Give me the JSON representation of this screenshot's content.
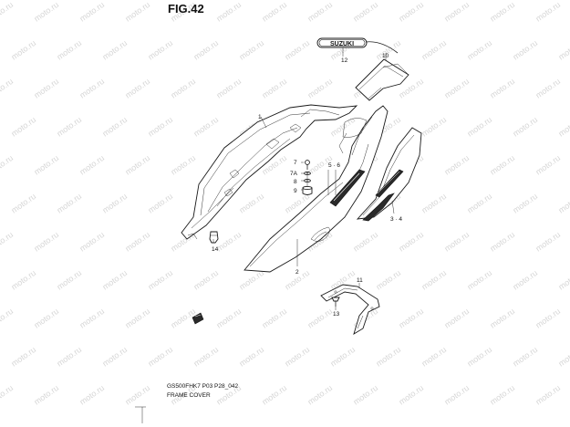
{
  "figure": {
    "title": "FIG.42",
    "code": "GS500FHK7 P03 P28_042",
    "caption": "FRAME COVER",
    "badge_text": "SUZUKI"
  },
  "callouts": [
    {
      "id": "c1",
      "label": "1"
    },
    {
      "id": "c2",
      "label": "2"
    },
    {
      "id": "c34",
      "label": "3 · 4"
    },
    {
      "id": "c56",
      "label": "5 · 6"
    },
    {
      "id": "c7",
      "label": "7"
    },
    {
      "id": "c7a",
      "label": "7A"
    },
    {
      "id": "c8",
      "label": "8"
    },
    {
      "id": "c9",
      "label": "9"
    },
    {
      "id": "c10",
      "label": "10"
    },
    {
      "id": "c11",
      "label": "11"
    },
    {
      "id": "c12",
      "label": "12"
    },
    {
      "id": "c13",
      "label": "13"
    },
    {
      "id": "c14",
      "label": "14"
    }
  ],
  "watermark": "moto.ru",
  "colors": {
    "line": "#1a1a1a",
    "watermark": "#d6d6d6",
    "background": "#ffffff"
  }
}
